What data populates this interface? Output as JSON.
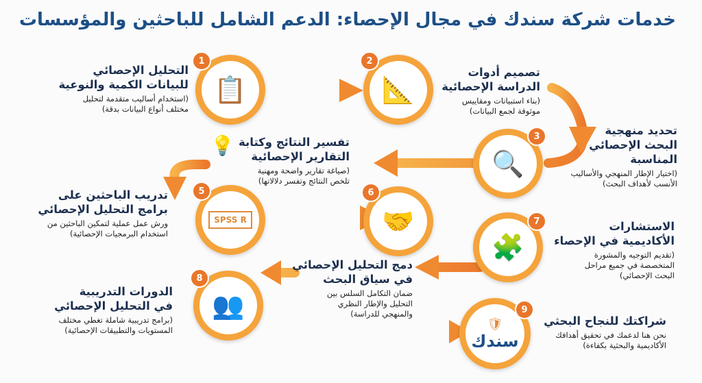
{
  "title": "خدمات شركة سندك في مجال الإحصاء: الدعم الشامل للباحثين والمؤسسات",
  "colors": {
    "title": "#1d4f86",
    "accent_orange": "#f5a33b",
    "dark_orange": "#e9762b",
    "heading": "#1c2f4f"
  },
  "steps": [
    {
      "number": "1",
      "icon": "clipboard-chart-icon",
      "heading_1": "التحليل الإحصائي",
      "heading_2": "للبيانات الكمية والنوعية",
      "desc_1": "(استخدام أساليب متقدمة لتحليل",
      "desc_2": "مختلف أنواع البيانات بدقة)"
    },
    {
      "number": "2",
      "icon": "compass-pencil-icon",
      "heading_1": "تصميم أدوات",
      "heading_2": "الدراسة الإحصائية",
      "desc_1": "(بناء استبيانات ومقاييس",
      "desc_2": "موثوقة لجمع البيانات)"
    },
    {
      "number": "3",
      "icon": "flowchart-magnifier-icon",
      "heading_1": "تحديد منهجية",
      "heading_2": "البحث الإحصائي",
      "heading_3": "المناسبة",
      "desc_1": "(اختيار الإطار المنهجي والأساليب",
      "desc_2": "الأنسب لأهداف البحث)"
    },
    {
      "icon": "lightbulb-icon",
      "heading_1": "تفسير النتائج وكتابة",
      "heading_2": "التقارير الإحصائية",
      "desc_1": "(صياغة تقارير واضحة ومهنية",
      "desc_2": "تلخص النتائج وتفسر دلالاتها)"
    },
    {
      "number": "5",
      "icon": "presenter-screen-icon",
      "screen_text_1": "SPSS",
      "screen_text_2": "R",
      "heading_1": "تدريب الباحثين على",
      "heading_2": "برامج التحليل الإحصائي",
      "desc_1": "ورش عمل عملية لتمكين الباحثين من",
      "desc_2": "استخدام البرمجيات الإحصائية)"
    },
    {
      "number": "6",
      "icon": "handshake-icon",
      "heading_1": "دمج التحليل الإحصائي",
      "heading_2": "في سياق البحث",
      "desc_1": "ضمان التكامل السلس بين",
      "desc_2": "التحليل والإطار النظري",
      "desc_3": "والمنهجي للدراسة)"
    },
    {
      "number": "7",
      "icon": "puzzle-document-icon",
      "heading_1": "الاستشارات",
      "heading_2": "الأكاديمية في الإحصاء",
      "desc_1": "(تقديم التوجيه والمشورة",
      "desc_2": "المتخصصة في جميع مراحل",
      "desc_3": "البحث الإحصائي)"
    },
    {
      "number": "8",
      "icon": "training-class-icon",
      "heading_1": "الدورات التدريبية",
      "heading_2": "في التحليل الإحصائي",
      "desc_1": "(برامج تدريبية شاملة تغطي مختلف",
      "desc_2": "المستويات والتطبيقات الإحصائية)"
    },
    {
      "number": "9",
      "icon": "shield-growth-icon",
      "logo": "سندك",
      "heading_1": "شراكتك للنجاح البحثي",
      "desc_1": "نحن هنا لدعمك في تحقيق أهدافك",
      "desc_2": "الأكاديمية والبحثية بكفاءة)"
    }
  ]
}
